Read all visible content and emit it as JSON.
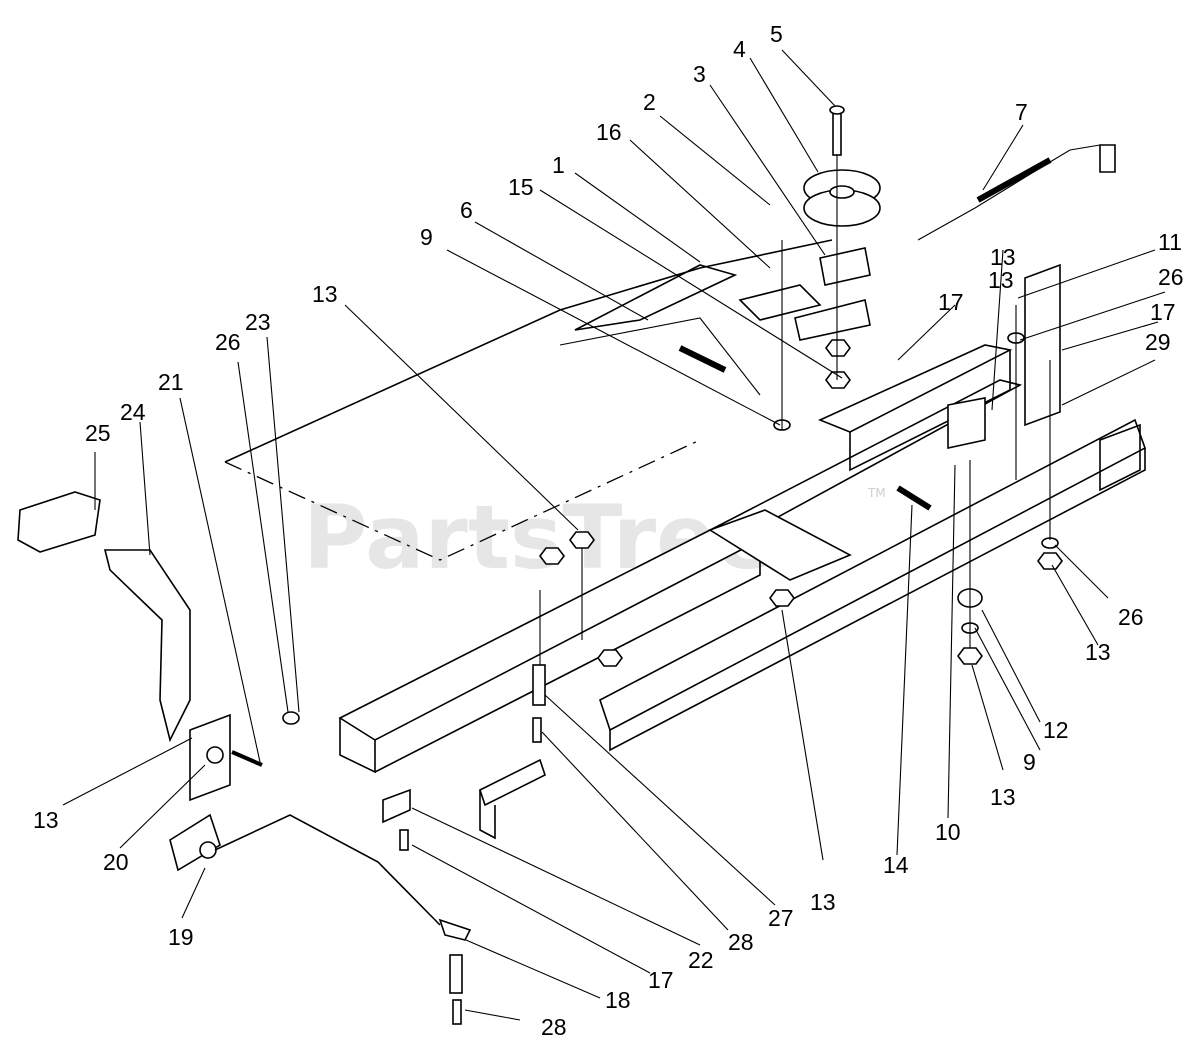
{
  "watermark": {
    "text": "PartsTree",
    "tm": "TM"
  },
  "callouts": [
    "1",
    "2",
    "3",
    "4",
    "5",
    "6",
    "7",
    "9",
    "9",
    "10",
    "11",
    "12",
    "13",
    "13",
    "13",
    "13",
    "13",
    "13",
    "13",
    "14",
    "15",
    "16",
    "17",
    "17",
    "17",
    "18",
    "19",
    "20",
    "21",
    "22",
    "23",
    "24",
    "25",
    "26",
    "26",
    "26",
    "27",
    "28",
    "28",
    "29"
  ]
}
